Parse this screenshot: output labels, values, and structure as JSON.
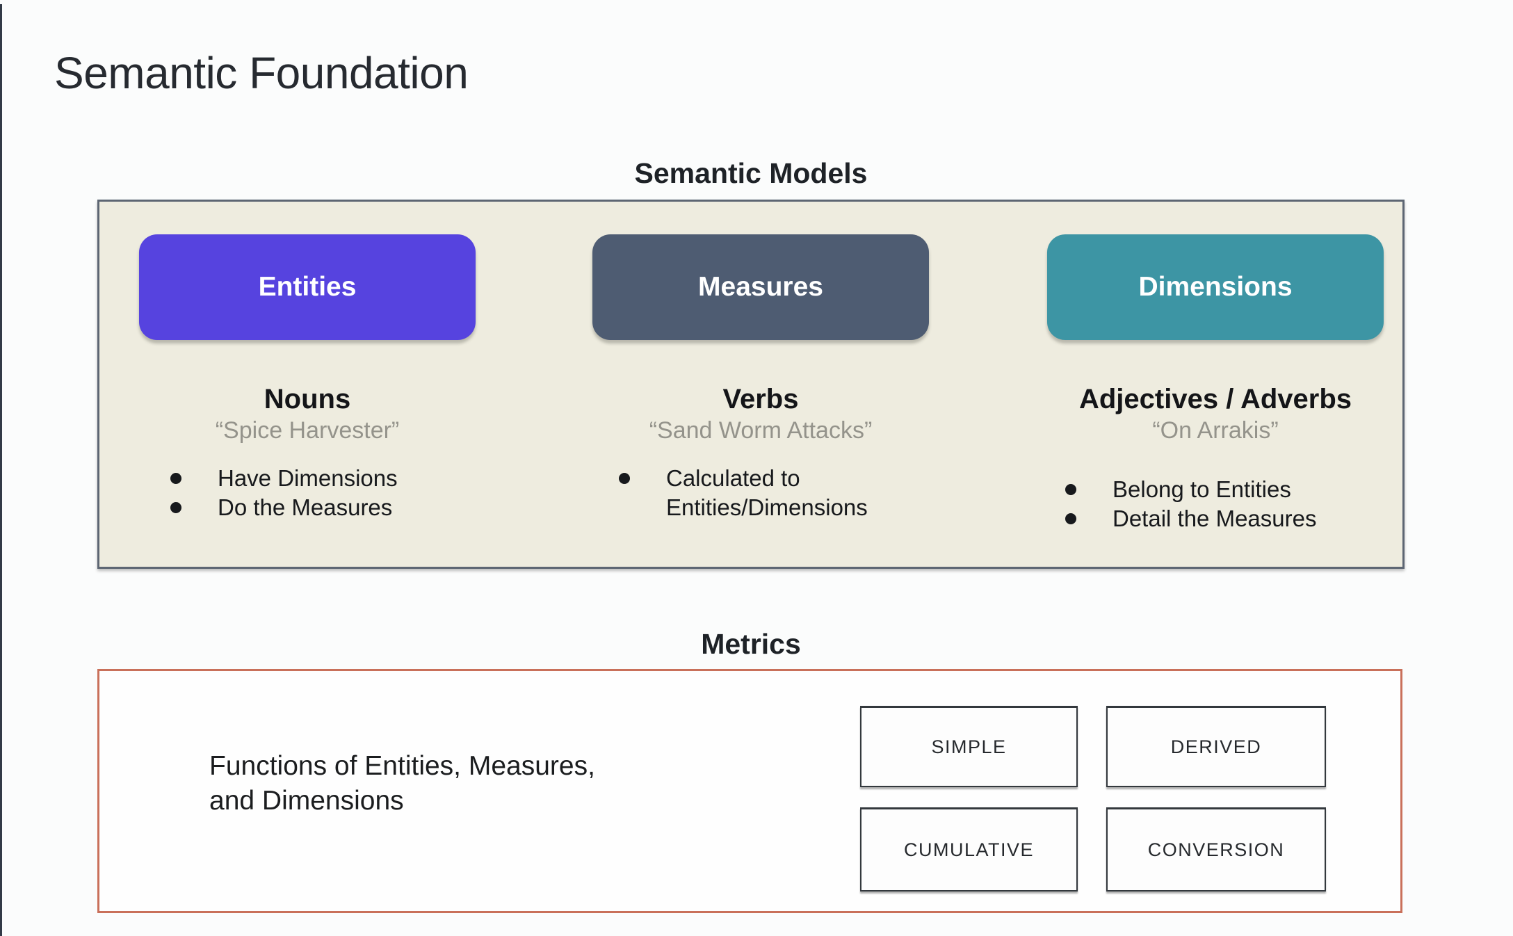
{
  "slide": {
    "title": "Semantic Foundation"
  },
  "semantic_models": {
    "heading": "Semantic Models",
    "panel_bg": "#EEECDF",
    "panel_border": "#5D6673",
    "columns": [
      {
        "pill_label": "Entities",
        "pill_color": "#5643DF",
        "role": "Nouns",
        "example_quote": "“Spice Harvester”",
        "bullets": [
          "Have Dimensions",
          "Do the Measures"
        ]
      },
      {
        "pill_label": "Measures",
        "pill_color": "#4E5C72",
        "role": "Verbs",
        "example_quote": "“Sand Worm Attacks”",
        "bullets": [
          "Calculated to Entities/Dimensions"
        ]
      },
      {
        "pill_label": "Dimensions",
        "pill_color": "#3D95A4",
        "role": "Adjectives / Adverbs",
        "example_quote": "“On Arrakis”",
        "bullets": [
          "Belong to Entities",
          "Detail the Measures"
        ]
      }
    ]
  },
  "metrics": {
    "heading": "Metrics",
    "panel_border": "#C9705A",
    "description_line1": "Functions of Entities, Measures,",
    "description_line2": "and Dimensions",
    "types": [
      "SIMPLE",
      "DERIVED",
      "CUMULATIVE",
      "CONVERSION"
    ]
  }
}
